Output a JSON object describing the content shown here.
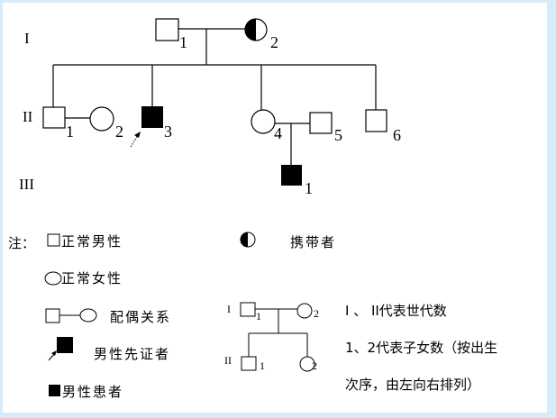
{
  "generations": [
    "I",
    "II",
    "III"
  ],
  "pedigree": {
    "gen1": [
      {
        "id": "I-1",
        "number": "1",
        "sex": "male",
        "status": "normal"
      },
      {
        "id": "I-2",
        "number": "2",
        "sex": "female",
        "status": "carrier"
      }
    ],
    "gen2": [
      {
        "id": "II-1",
        "number": "1",
        "sex": "male",
        "status": "normal"
      },
      {
        "id": "II-2",
        "number": "2",
        "sex": "female",
        "status": "normal"
      },
      {
        "id": "II-3",
        "number": "3",
        "sex": "male",
        "status": "proband-affected"
      },
      {
        "id": "II-4",
        "number": "4",
        "sex": "female",
        "status": "normal"
      },
      {
        "id": "II-5",
        "number": "5",
        "sex": "male",
        "status": "normal"
      },
      {
        "id": "II-6",
        "number": "6",
        "sex": "male",
        "status": "normal"
      }
    ],
    "gen3": [
      {
        "id": "III-1",
        "number": "1",
        "sex": "male",
        "status": "affected"
      }
    ]
  },
  "legend": {
    "note_label": "注：",
    "normal_male": "正常男性",
    "normal_female": "正常女性",
    "spouse": "配偶关系",
    "proband": "男性先证者",
    "affected_male": "男性患者",
    "carrier": "携带者",
    "example": {
      "gen_I": "I",
      "gen_II": "II",
      "n1": "1",
      "n2": "2",
      "c1": "1",
      "c2": "2"
    },
    "explain_line1": "I 、 II代表世代数",
    "explain_line2": "1、2代表子女数（按出生",
    "explain_line3": "次序，由左向右排列）"
  }
}
